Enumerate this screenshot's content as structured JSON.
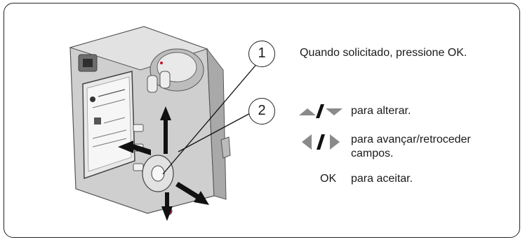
{
  "steps": [
    {
      "number": "1",
      "text": "Quando solicitado, pressione OK."
    },
    {
      "number": "2",
      "instructions": [
        {
          "icon": "up-down-arrows-icon",
          "text": "para alterar."
        },
        {
          "icon": "left-right-arrows-icon",
          "text": "para avançar/retroceder campos."
        },
        {
          "key": "OK",
          "text": "para aceitar."
        }
      ]
    }
  ],
  "colors": {
    "frame": "#222222",
    "camera_body": "#c9c9c9",
    "camera_dark": "#3a3a3a",
    "screen": "#e6e6e6",
    "arrow": "#111111",
    "shutter_red": "#c8102e"
  }
}
